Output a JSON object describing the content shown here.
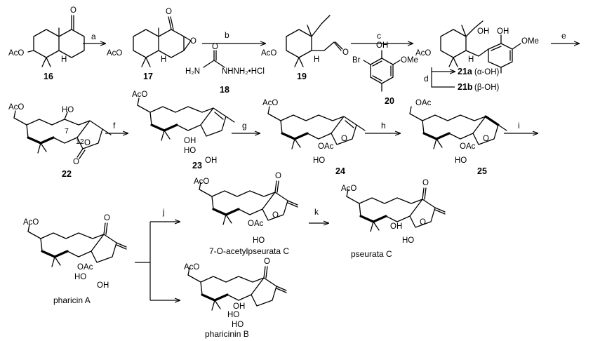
{
  "steps": [
    "a",
    "b",
    "c",
    "d",
    "e",
    "f",
    "g",
    "h",
    "i",
    "j",
    "k"
  ],
  "compounds": {
    "c16": "16",
    "c17": "17",
    "c19": "19",
    "c18": "18",
    "c20": "20",
    "c22": "22",
    "c23": "23",
    "c24": "24",
    "c25": "25",
    "c21a": "21a",
    "c21a_note": "(α-OH)",
    "c21b": "21b",
    "c21b_note": "(β-OH)",
    "pharicinA": "pharicin A",
    "acetylpseurataC": "7-O-acetylpseurata C",
    "pseurataC": "pseurata C",
    "pharicininB": "pharicinin B"
  },
  "atoms": {
    "AcO": "AcO",
    "OAc": "OAc",
    "H": "H",
    "O": "O",
    "OH": "OH",
    "HO": "HO",
    "OMe": "OMe",
    "Br": "Br",
    "n7": "7",
    "n12": "12",
    "semicarbazide_left": "H₂N",
    "semicarbazide_right": "NHNH₂•HCl"
  }
}
